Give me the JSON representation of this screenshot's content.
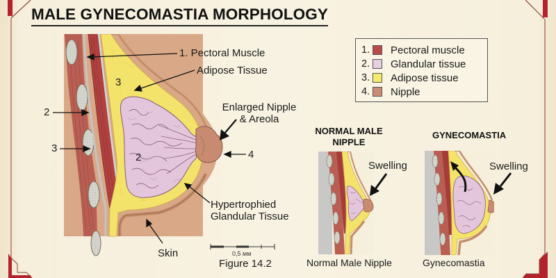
{
  "title": "MALE GYNECOMASTIA MORPHOLOGY",
  "colors": {
    "background": "#f6efdc",
    "frame_red": "#b3232b",
    "pectoral_muscle": "#b94a48",
    "glandular_tissue": "#e6c8dd",
    "adipose_tissue": "#f3e567",
    "nipple": "#c98d74",
    "skin": "#d9a886",
    "rib": "#cfd0c8"
  },
  "main_diagram": {
    "labels": {
      "pectoral_muscle": "1. Pectoral Muscle",
      "adipose_tissue": "Adipose Tissue",
      "enlarged_nipple": "Enlarged Nipple\n& Areola",
      "enlarged_nipple_line1": "Enlarged Nipple",
      "enlarged_nipple_line2": "& Areola",
      "nipple_num": "4",
      "hypertrophied_line1": "Hypertrophied",
      "hypertrophied_line2": "Glandular Tissue",
      "skin": "Skin",
      "left_num_2": "2",
      "left_num_3": "3",
      "inner_num_3": "3",
      "inner_num_2": "2"
    }
  },
  "legend": {
    "items": [
      {
        "num": "1.",
        "label": "Pectoral muscle",
        "color": "#b94a48"
      },
      {
        "num": "2.",
        "label": "Glandular tissue",
        "color": "#e6cfe0"
      },
      {
        "num": "3.",
        "label": "Adipose tissue",
        "color": "#f5ea6a"
      },
      {
        "num": "4.",
        "label": "Nipple",
        "color": "#c98d74"
      }
    ]
  },
  "scale_bar": {
    "label": "0,5 мм",
    "figure_caption": "Figure 14.2"
  },
  "comparison": {
    "normal": {
      "title_line1": "NORMAL MALE",
      "title_line2": "NIPPLE",
      "arrow_label": "Swelling",
      "caption": "Normal Male Nipple"
    },
    "gynecomastia": {
      "title": "GYNECOMASTIA",
      "arrow_label": "Swelling",
      "caption": "Gynecomastia"
    }
  }
}
